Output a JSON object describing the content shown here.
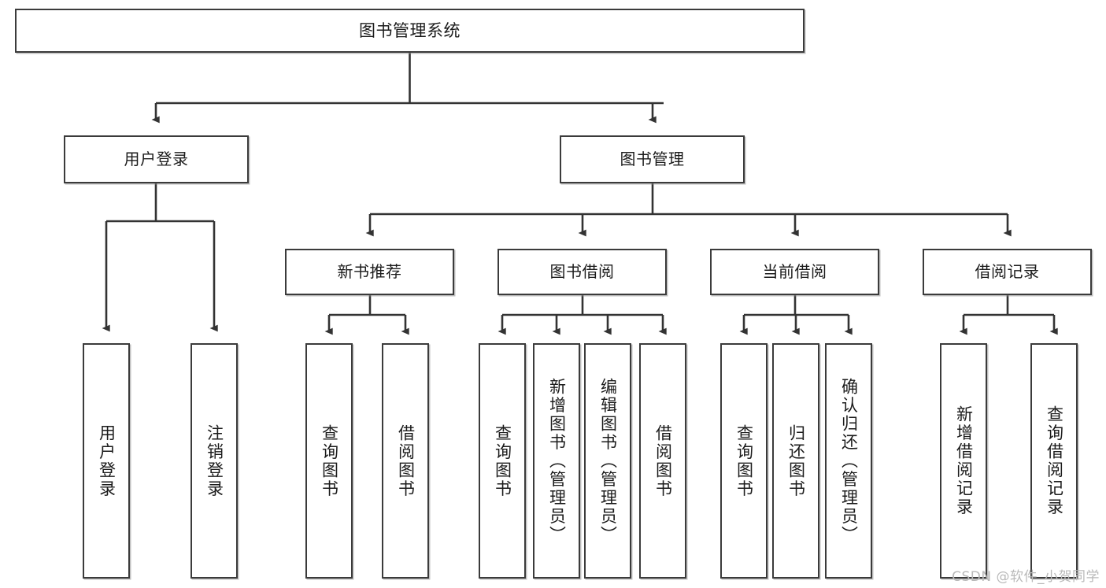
{
  "diagram": {
    "type": "tree-hierarchy",
    "title": "图书管理系统",
    "orientation": "top-down",
    "colors": {
      "box_border": "#3b3b3b",
      "box_fill": "#ffffff",
      "connector": "#333333",
      "text": "#1b1b1b",
      "watermark": "#b9b9b9",
      "canvas": "#ffffff"
    },
    "nodes": {
      "root": {
        "label": "图书管理系统",
        "level": 1
      },
      "level2": [
        {
          "id": "user-login",
          "label": "用户登录"
        },
        {
          "id": "book-management",
          "label": "图书管理"
        }
      ],
      "level3": [
        {
          "id": "new-book-recommend",
          "label": "新书推荐",
          "parent": "book-management"
        },
        {
          "id": "book-borrow",
          "label": "图书借阅",
          "parent": "book-management"
        },
        {
          "id": "current-borrow",
          "label": "当前借阅",
          "parent": "book-management"
        },
        {
          "id": "borrow-record",
          "label": "借阅记录",
          "parent": "book-management"
        }
      ],
      "leaves": [
        {
          "id": "leaf-user-login",
          "label": "用户登录",
          "parent": "user-login"
        },
        {
          "id": "leaf-logout-login",
          "label": "注销登录",
          "parent": "user-login"
        },
        {
          "id": "leaf-query-book-1",
          "label": "查询图书",
          "parent": "new-book-recommend"
        },
        {
          "id": "leaf-borrow-book-1",
          "label": "借阅图书",
          "parent": "new-book-recommend"
        },
        {
          "id": "leaf-query-book-2",
          "label": "查询图书",
          "parent": "book-borrow"
        },
        {
          "id": "leaf-add-book",
          "label": "新增图书（管理员）",
          "parent": "book-borrow"
        },
        {
          "id": "leaf-edit-book",
          "label": "编辑图书（管理员）",
          "parent": "book-borrow"
        },
        {
          "id": "leaf-borrow-book-2",
          "label": "借阅图书",
          "parent": "book-borrow"
        },
        {
          "id": "leaf-query-book-3",
          "label": "查询图书",
          "parent": "current-borrow"
        },
        {
          "id": "leaf-return-book",
          "label": "归还图书",
          "parent": "current-borrow"
        },
        {
          "id": "leaf-confirm-return",
          "label": "确认归还（管理员）",
          "parent": "current-borrow"
        },
        {
          "id": "leaf-add-record",
          "label": "新增借阅记录",
          "parent": "borrow-record"
        },
        {
          "id": "leaf-query-record",
          "label": "查询借阅记录",
          "parent": "borrow-record"
        }
      ]
    }
  },
  "watermark": {
    "text": "CSDN @软件_小贺同学"
  }
}
